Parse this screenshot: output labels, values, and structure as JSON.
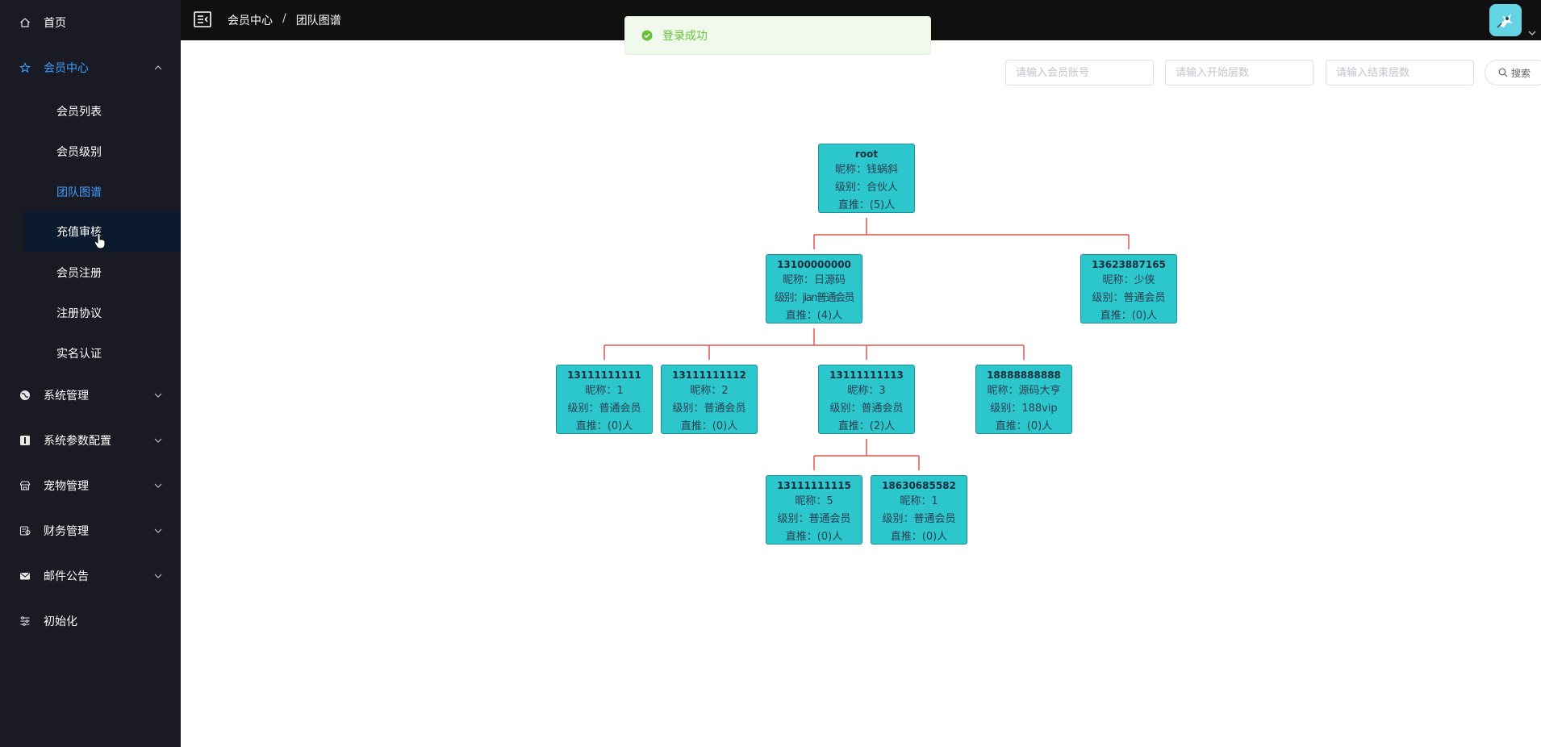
{
  "sidebar": {
    "items": [
      {
        "label": "首页",
        "icon": "home-icon"
      },
      {
        "label": "会员中心",
        "icon": "star-icon"
      },
      {
        "label": "系统管理",
        "icon": "globe-icon"
      },
      {
        "label": "系统参数配置",
        "icon": "info-icon"
      },
      {
        "label": "宠物管理",
        "icon": "shop-icon"
      },
      {
        "label": "财务管理",
        "icon": "finance-icon"
      },
      {
        "label": "邮件公告",
        "icon": "mail-icon"
      },
      {
        "label": "初始化",
        "icon": "sliders-icon"
      }
    ],
    "sub_items": [
      "会员列表",
      "会员级别",
      "团队图谱",
      "充值审核",
      "会员注册",
      "注册协议",
      "实名认证"
    ]
  },
  "header": {
    "breadcrumb": [
      "会员中心",
      "团队图谱"
    ],
    "separator": "/"
  },
  "toast": {
    "message": "登录成功",
    "color": "#67c23a"
  },
  "search": {
    "account_placeholder": "请输入会员账号",
    "start_level_placeholder": "请输入开始层数",
    "end_level_placeholder": "请输入结束层数",
    "button_label": "搜索"
  },
  "tree": {
    "nickname_prefix": "昵称：",
    "level_prefix": "级别：",
    "direct_prefix": "直推：",
    "nodes": [
      {
        "account": "root",
        "nickname": "钱蜗斜",
        "level": "合伙人",
        "direct": "(5)人"
      },
      {
        "account": "13100000000",
        "nickname": "日源码",
        "level": "jian普通会员",
        "direct": "(4)人"
      },
      {
        "account": "13623887165",
        "nickname": "少侠",
        "level": "普通会员",
        "direct": "(0)人"
      },
      {
        "account": "13111111111",
        "nickname": "1",
        "level": "普通会员",
        "direct": "(0)人"
      },
      {
        "account": "13111111112",
        "nickname": "2",
        "level": "普通会员",
        "direct": "(0)人"
      },
      {
        "account": "13111111113",
        "nickname": "3",
        "level": "普通会员",
        "direct": "(2)人"
      },
      {
        "account": "18888888888",
        "nickname": "源码大亨",
        "level": "188vip",
        "direct": "(0)人"
      },
      {
        "account": "13111111115",
        "nickname": "5",
        "level": "普通会员",
        "direct": "(0)人"
      },
      {
        "account": "18630685582",
        "nickname": "1",
        "level": "普通会员",
        "direct": "(0)人"
      }
    ]
  },
  "colors": {
    "sidebar_bg": "#191a23",
    "accent": "#409eff",
    "node_fill": "#2bc7cc",
    "connector": "#e05454"
  }
}
